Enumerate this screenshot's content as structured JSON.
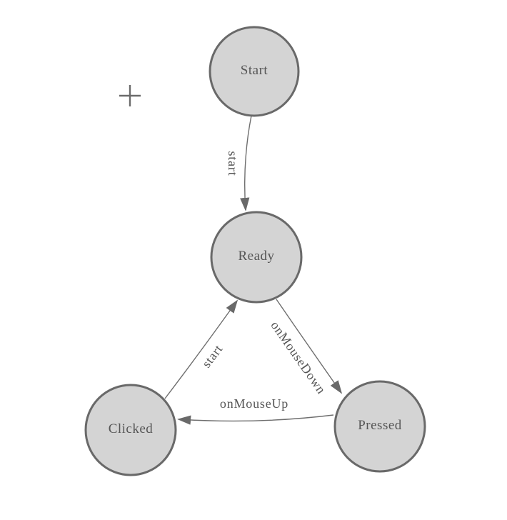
{
  "diagram": {
    "type": "state-machine",
    "nodes": [
      {
        "id": "start",
        "label": "Start"
      },
      {
        "id": "ready",
        "label": "Ready"
      },
      {
        "id": "clicked",
        "label": "Clicked"
      },
      {
        "id": "pressed",
        "label": "Pressed"
      }
    ],
    "edges": [
      {
        "from": "Start",
        "to": "Ready",
        "label": "start"
      },
      {
        "from": "Clicked",
        "to": "Ready",
        "label": "start"
      },
      {
        "from": "Ready",
        "to": "Pressed",
        "label": "onMouseDown"
      },
      {
        "from": "Pressed",
        "to": "Clicked",
        "label": "onMouseUp"
      }
    ],
    "colors": {
      "background": "#ffffff",
      "node_fill": "#d4d4d4",
      "node_border": "#696969",
      "edge_line": "#6e6e6e",
      "arrowhead": "#696969",
      "label_text": "#555555",
      "crosshair": "#6b6b6b"
    }
  }
}
